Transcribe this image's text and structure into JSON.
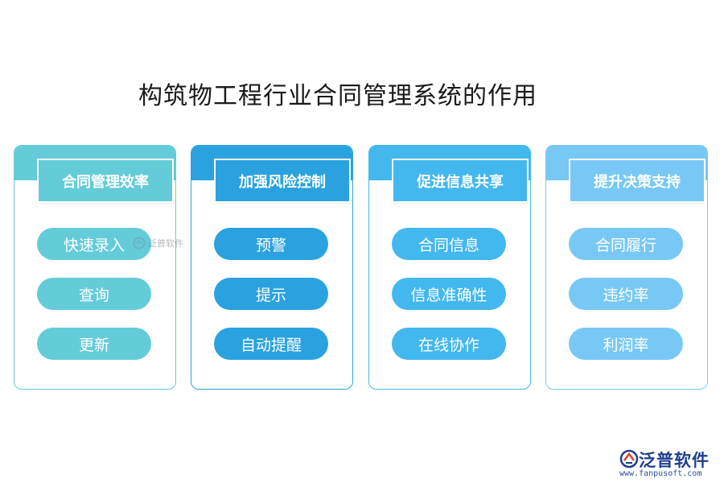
{
  "title": "构筑物工程行业合同管理系统的作用",
  "columns": [
    {
      "heading": "合同管理效率",
      "items": [
        "快速录入",
        "查询",
        "更新"
      ],
      "colors": {
        "border": "#63ccd8",
        "band": "#63ccd8",
        "head": "#63ccd8",
        "pill": "#63ccd8"
      }
    },
    {
      "heading": "加强风险控制",
      "items": [
        "预警",
        "提示",
        "自动提醒"
      ],
      "colors": {
        "border": "#2aa2e0",
        "band": "#2aa2e0",
        "head": "#2aa2e0",
        "pill": "#2aa2e0"
      }
    },
    {
      "heading": "促进信息共享",
      "items": [
        "合同信息",
        "信息准确性",
        "在线协作"
      ],
      "colors": {
        "border": "#42b8ee",
        "band": "#42b8ee",
        "head": "#42b8ee",
        "pill": "#42b8ee"
      }
    },
    {
      "heading": "提升决策支持",
      "items": [
        "合同履行",
        "违约率",
        "利润率"
      ],
      "colors": {
        "border": "#78c8f5",
        "band": "#78c8f5",
        "head": "#78c8f5",
        "pill": "#78c8f5"
      }
    }
  ],
  "watermark": {
    "text": "泛普软件"
  },
  "brand": {
    "name": "泛普软件",
    "url": "www.fanpusoft.com",
    "icon": "fanpu-logo-icon"
  }
}
